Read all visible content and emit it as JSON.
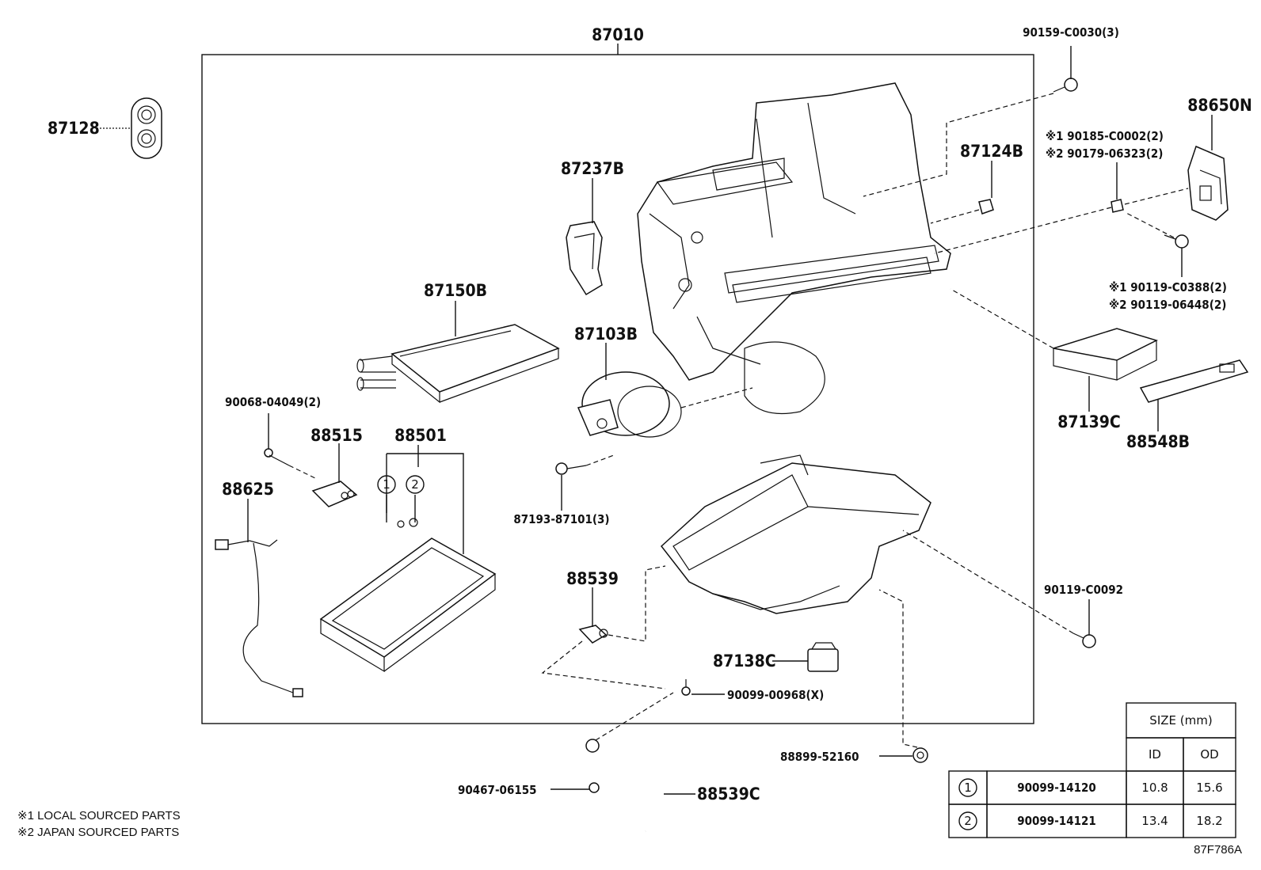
{
  "diagram_code": "87F786A",
  "assembly_number": "87010",
  "parts": {
    "p87128": "87128",
    "p87237B": "87237B",
    "p87150B": "87150B",
    "p87103B": "87103B",
    "p87124B": "87124B",
    "p88650N": "88650N",
    "p90159": "90159-C0030(3)",
    "p90185": "※1 90185-C0002(2)",
    "p90179": "※2 90179-06323(2)",
    "p90119a": "※1 90119-C0388(2)",
    "p90119b": "※2 90119-06448(2)",
    "p87139C": "87139C",
    "p88548B": "88548B",
    "p90068": "90068-04049(2)",
    "p88515": "88515",
    "p88501": "88501",
    "p88625": "88625",
    "p87193": "87193-87101(3)",
    "p88539": "88539",
    "p90119c": "90119-C0092",
    "p87138C": "87138C",
    "p90099": "90099-00968(X)",
    "p88899": "88899-52160",
    "p90467": "90467-06155",
    "p88539C": "88539C"
  },
  "callouts": {
    "c1": "1",
    "c2": "2"
  },
  "notes": [
    "※1 LOCAL SOURCED PARTS",
    "※2 JAPAN SOURCED PARTS"
  ],
  "size_table": {
    "header": "SIZE (mm)",
    "col_id": "ID",
    "col_od": "OD",
    "rows": [
      {
        "mark": "1",
        "part": "90099-14120",
        "id": "10.8",
        "od": "15.6"
      },
      {
        "mark": "2",
        "part": "90099-14121",
        "id": "13.4",
        "od": "18.2"
      }
    ]
  }
}
